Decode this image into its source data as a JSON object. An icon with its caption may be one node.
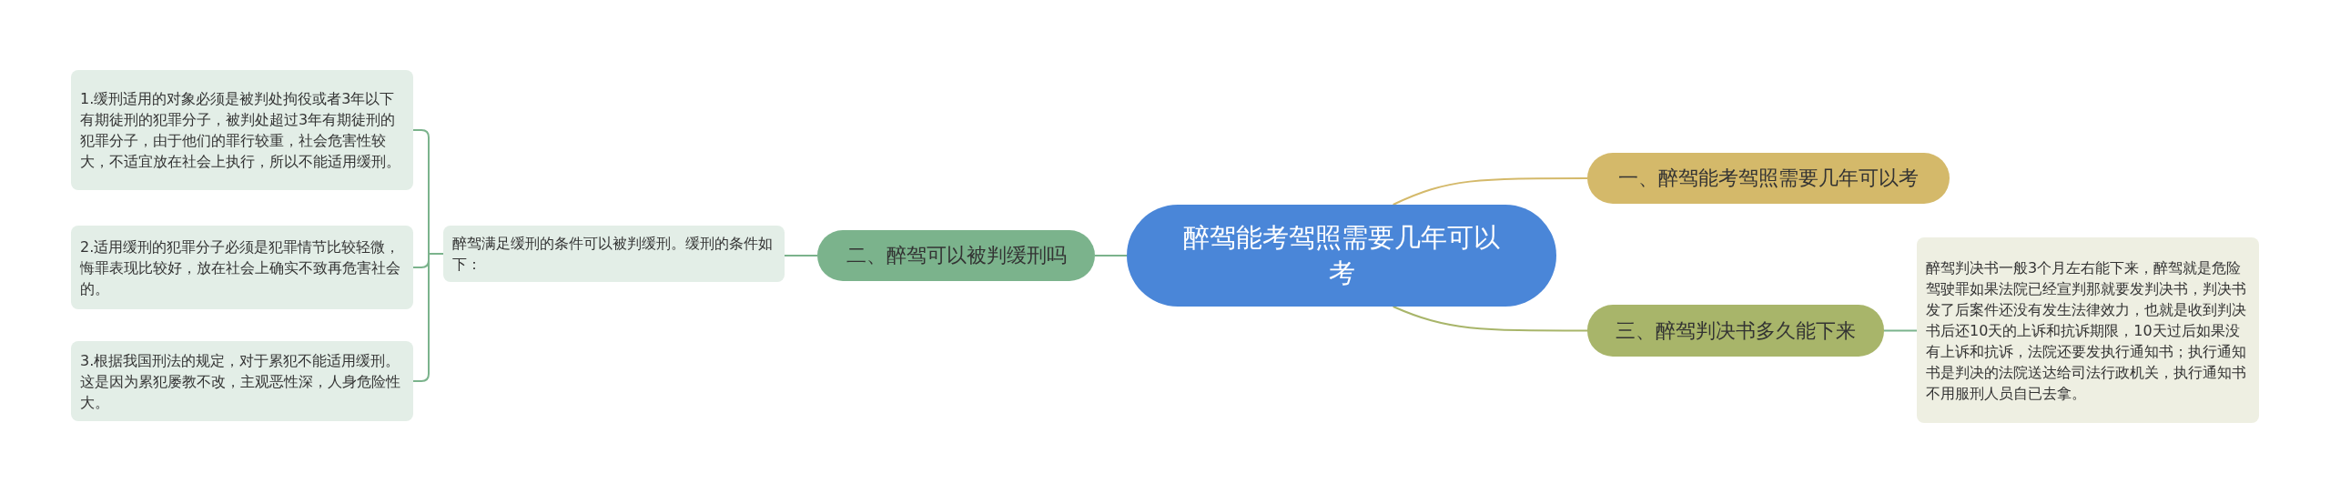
{
  "diagram": {
    "nodes": [
      {
        "text": [
          "醉驾能考驾照需要几年可以考"
        ]
      },
      {
        "text": [
          "一、醉驾能考驾照需要几年可以考"
        ]
      },
      {
        "text": [
          "二、醉驾可以被判缓刑吗"
        ]
      },
      {
        "text": [
          "醉驾满足缓刑的条件可以被判缓刑。缓刑的条件如下："
        ]
      },
      {
        "text": [
          "1.缓刑适用的对象必须是被判处拘役或者3年以下有期徒刑的犯罪分子，被判处超过3年有期徒刑的犯罪分子，由于他们的罪行较重，社会危害性较大，不适宜放在社会上执行，所以不能适用缓刑。"
        ]
      },
      {
        "text": [
          "2.适用缓刑的犯罪分子必须是犯罪情节比较轻微，悔罪表现比较好，放在社会上确实不致再危害社会的。"
        ]
      },
      {
        "text": [
          "3.根据我国刑法的规定，对于累犯不能适用缓刑。这是因为累犯屡教不改，主观恶性深，人身危险性大。"
        ]
      },
      {
        "text": [
          "三、醉驾判决书多久能下来"
        ]
      },
      {
        "text": [
          "醉驾判决书一般3个月左右能下来，醉驾就是危险驾驶罪如果法院已经宣判那就要发判决书，判决书发了后案件还没有发生法律效力，也就是收到判决书后还10天的上诉和抗诉期限，10天过后如果没有上诉和抗诉，法院还要发执行通知书；执行通知书是判决的法院送达给司法行政机关，执行通知书不用服刑人员自已去拿。"
        ]
      }
    ],
    "edges": [
      {
        "from": 0,
        "to": 1,
        "arrow": "none",
        "color": "#d4b96a"
      },
      {
        "from": 0,
        "to": 2,
        "arrow": "none"
      },
      {
        "from": 2,
        "to": 3,
        "arrow": "none"
      },
      {
        "from": 3,
        "to": 4,
        "arrow": "none"
      },
      {
        "from": 3,
        "to": 5,
        "arrow": "none"
      },
      {
        "from": 3,
        "to": 6,
        "arrow": "none"
      },
      {
        "from": 0,
        "to": 7,
        "arrow": "none",
        "color": "#a8b56a"
      },
      {
        "from": 7,
        "to": 8,
        "arrow": "none"
      }
    ]
  }
}
